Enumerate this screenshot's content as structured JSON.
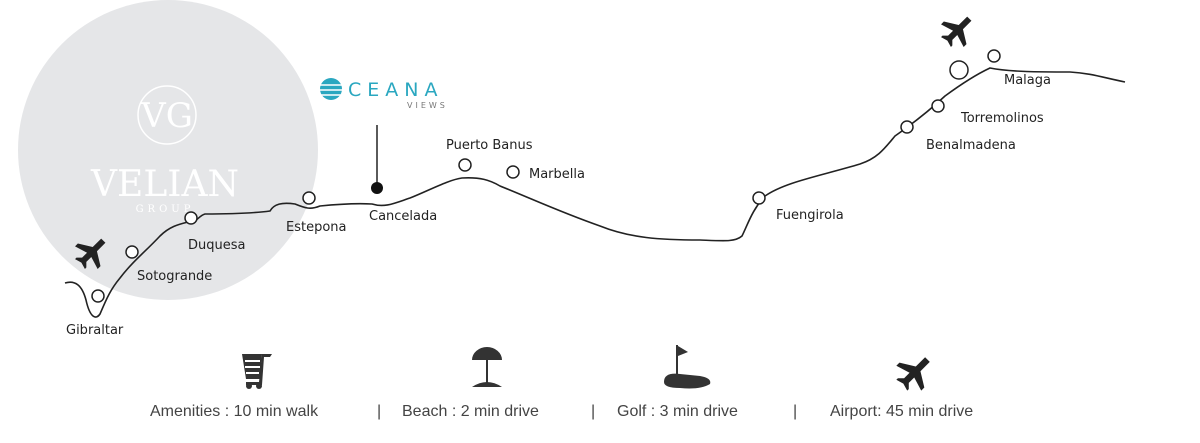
{
  "watermark": {
    "monogram": "VG",
    "name": "VELIAN",
    "sub": "GROUP"
  },
  "project_logo": {
    "name": "CEANA",
    "sub": "VIEWS"
  },
  "places": [
    {
      "name": "Gibraltar"
    },
    {
      "name": "Sotogrande"
    },
    {
      "name": "Duquesa"
    },
    {
      "name": "Estepona"
    },
    {
      "name": "Cancelada"
    },
    {
      "name": "Puerto Banus"
    },
    {
      "name": "Marbella"
    },
    {
      "name": "Fuengirola"
    },
    {
      "name": "Benalmadena"
    },
    {
      "name": "Torremolinos"
    },
    {
      "name": "Malaga"
    }
  ],
  "legend": [
    {
      "icon": "shopping-cart-icon",
      "label": "Amenities : 10 min walk"
    },
    {
      "icon": "beach-umbrella-icon",
      "label": "Beach : 2 min drive"
    },
    {
      "icon": "golf-flag-icon",
      "label": "Golf : 3 min drive"
    },
    {
      "icon": "airplane-icon",
      "label": "Airport: 45 min drive"
    }
  ],
  "separator": "|",
  "colors": {
    "accent": "#2aa7c0",
    "ink": "#222222",
    "watermark_bg": "#e5e6e8"
  }
}
